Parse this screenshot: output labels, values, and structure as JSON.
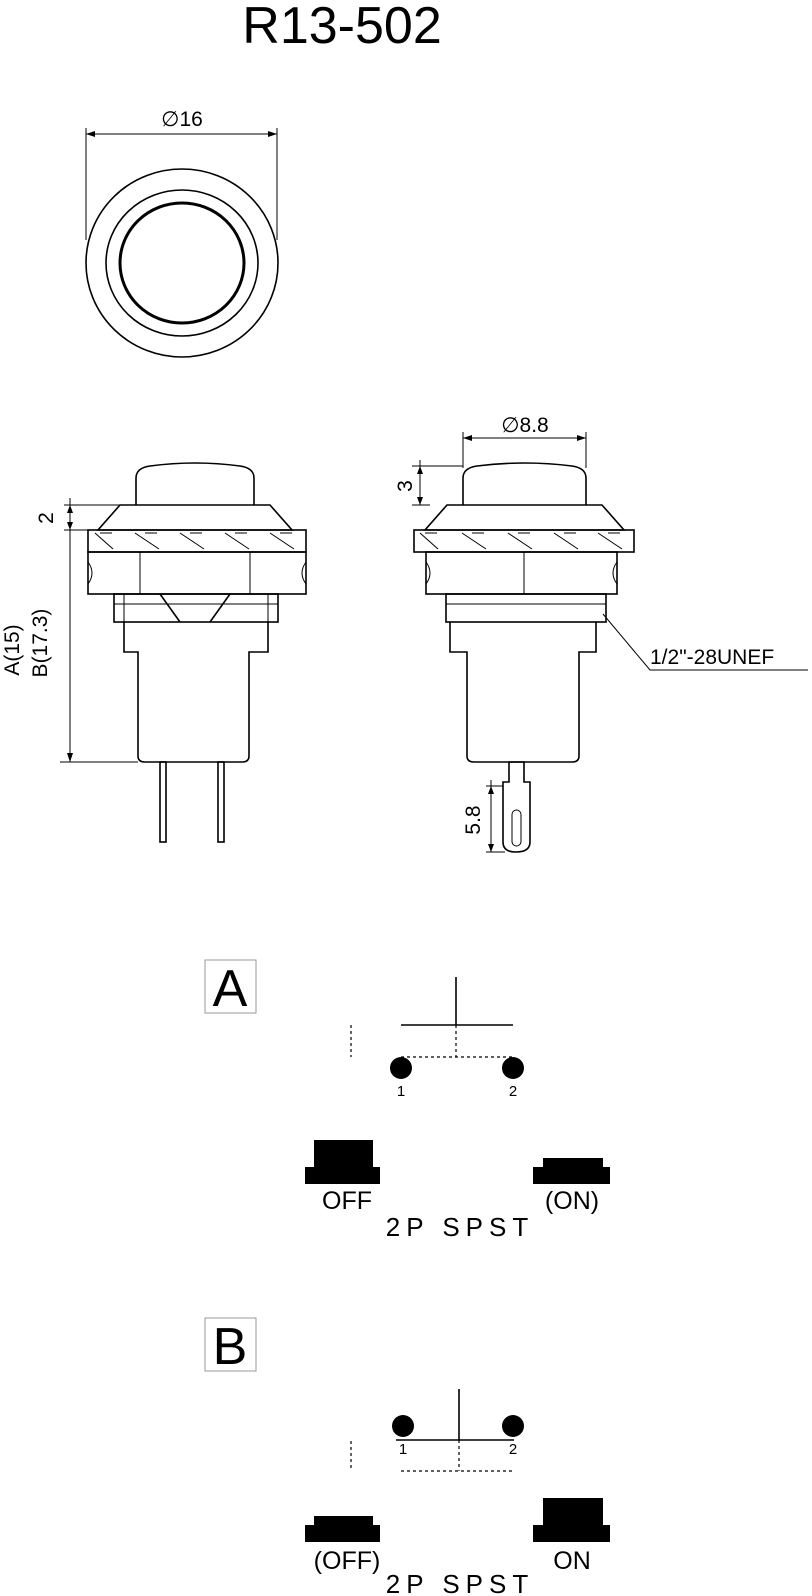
{
  "title": "R13-502",
  "dimensions": {
    "diameter_head": "∅16",
    "diameter_cap": "∅8.8",
    "cap_height": "3",
    "bezel_height": "2",
    "body_a": "A(15)",
    "body_b": "B(17.3)",
    "thread": "1/2\"-28UNEF",
    "terminal_length": "5.8"
  },
  "variant_a": {
    "label": "A",
    "terminal_1": "1",
    "terminal_2": "2",
    "state_left": "OFF",
    "state_right": "(ON)",
    "type": "2P SPST"
  },
  "variant_b": {
    "label": "B",
    "terminal_1": "1",
    "terminal_2": "2",
    "state_left": "(OFF)",
    "state_right": "ON",
    "type": "2P SPST"
  }
}
